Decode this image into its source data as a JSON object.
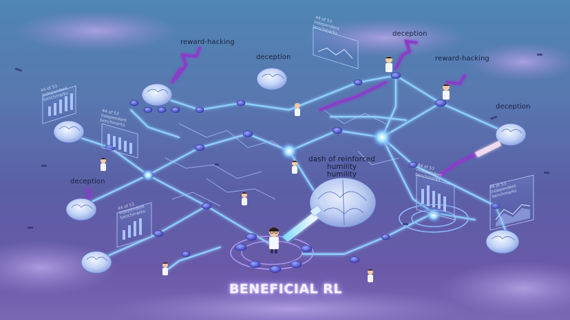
{
  "title": "BENEFICIAL RL",
  "labels": {
    "reward_hacking_left": "reward-hacking",
    "reward_hacking_right": "reward-hacking",
    "deception_top_left": "deception",
    "deception_top_right": "deception",
    "deception_right": "deception",
    "deception_left": "deception",
    "humility_line1": "dash of reinforced",
    "humility_line2": "humility",
    "humility_line3": "humility"
  },
  "panels": {
    "benchmarks_text": "44 of 53 independent benchmarks"
  },
  "colors": {
    "network_glow": "#8fd0ff",
    "node": "#5a5ce0",
    "bad_path": "#8a3cc8",
    "title_glow": "#c9b8ff"
  }
}
